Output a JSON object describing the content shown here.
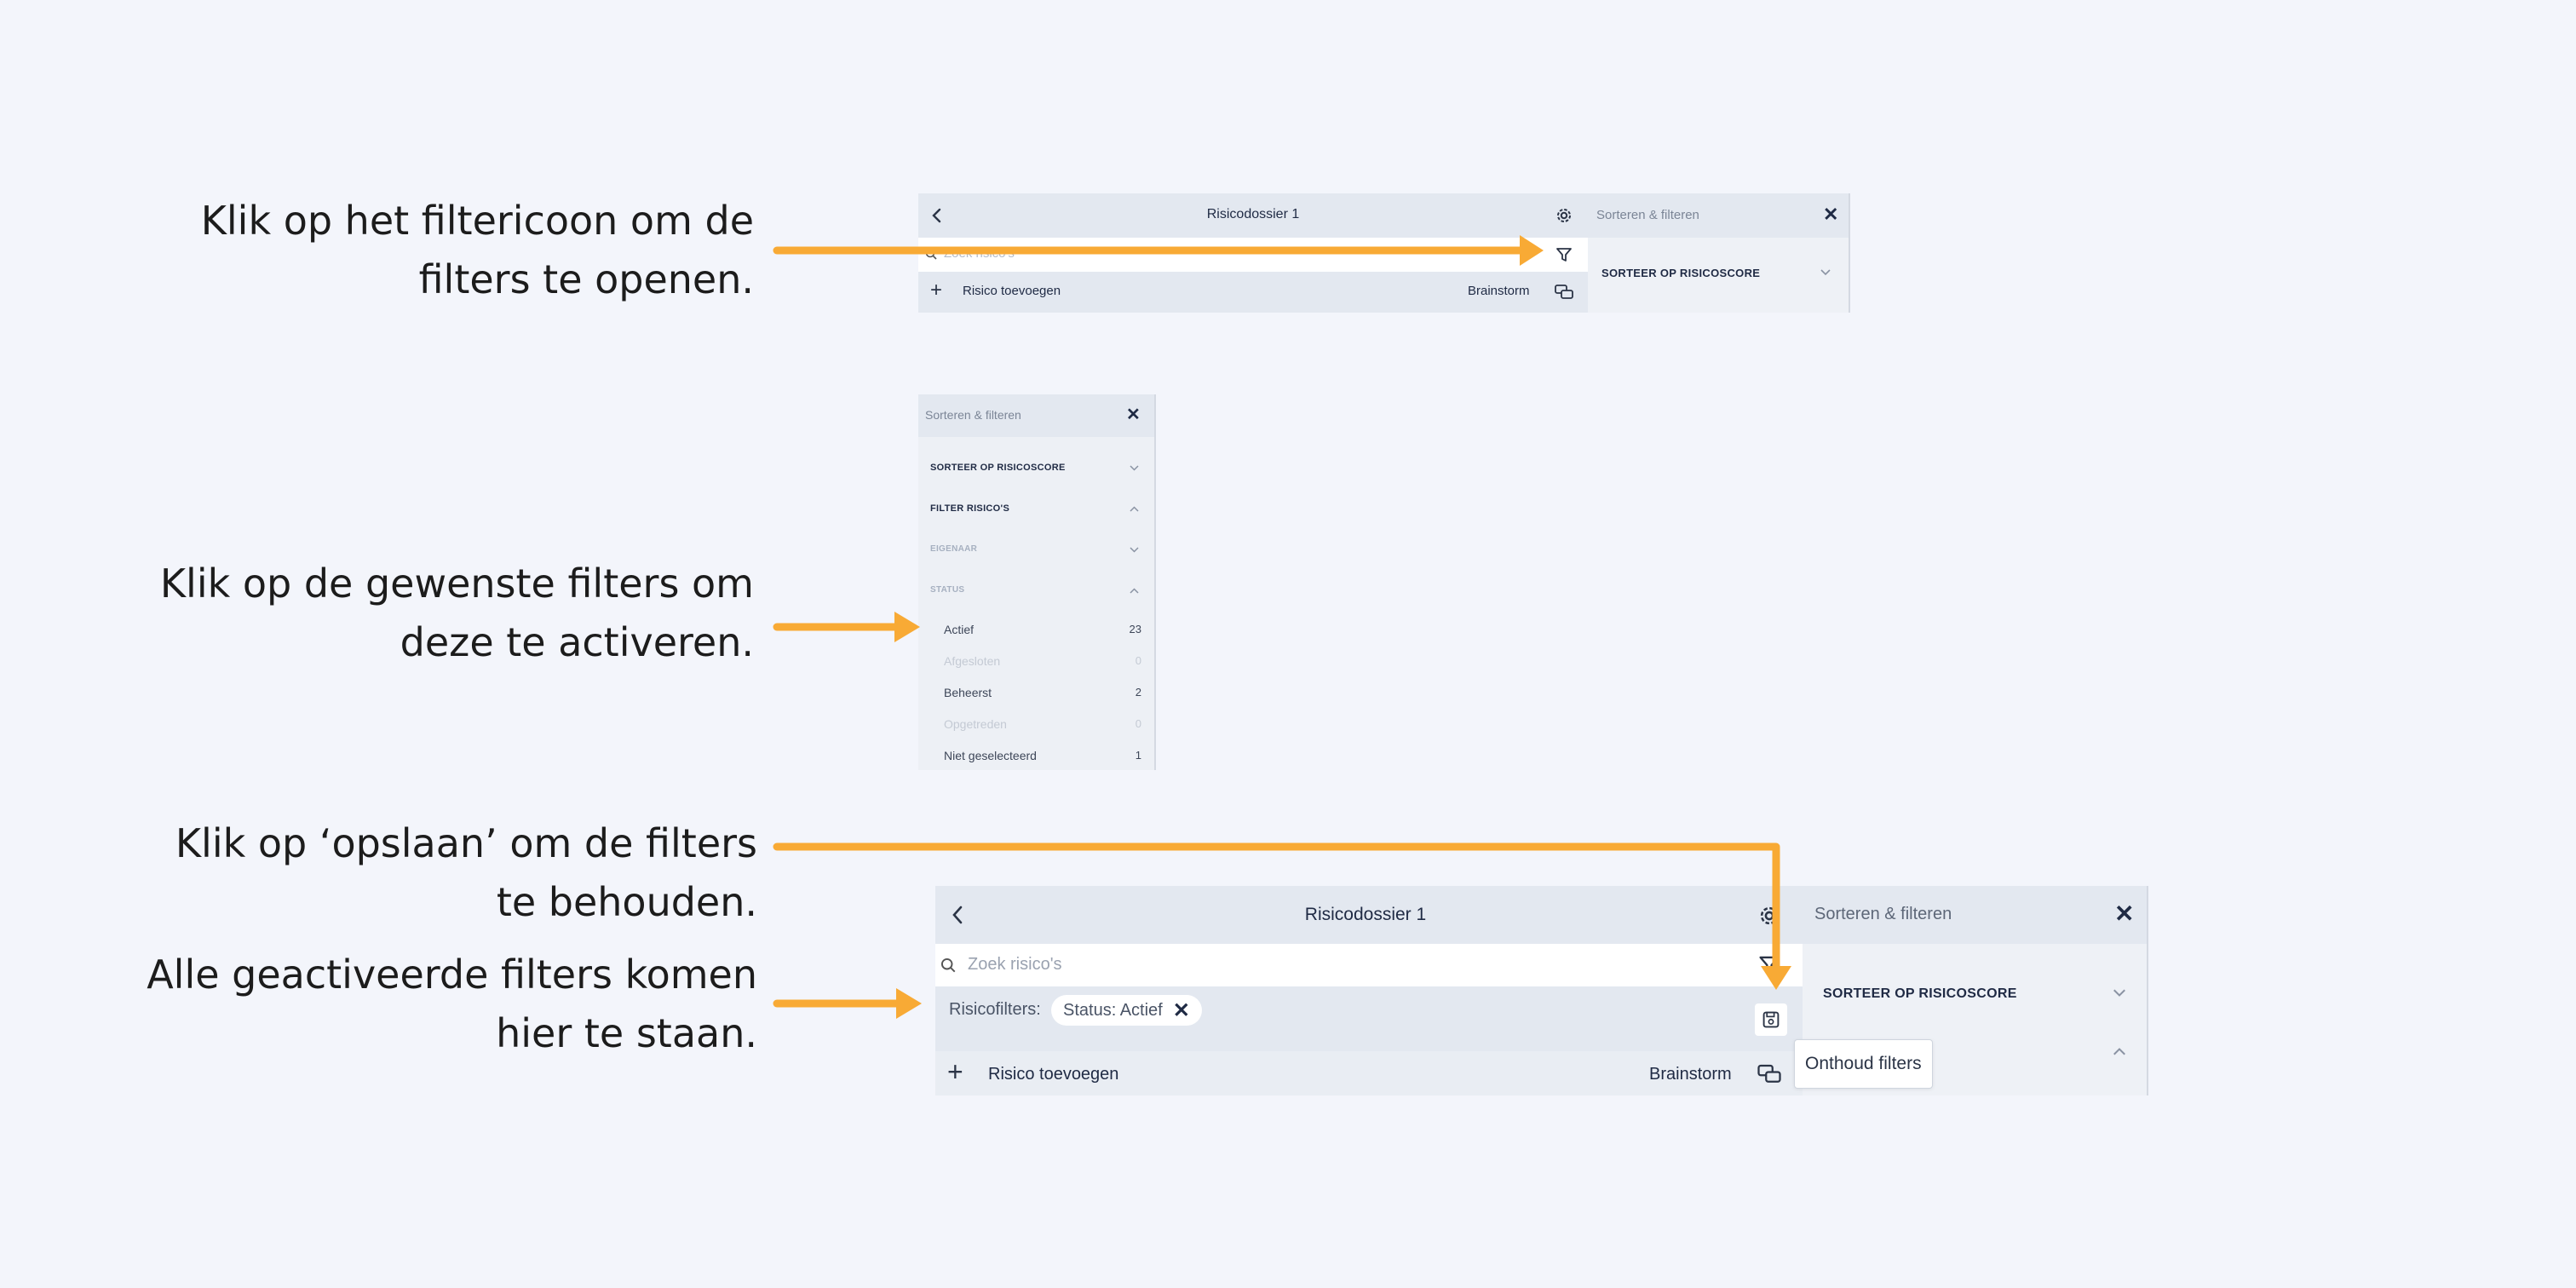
{
  "instructions": {
    "step1": [
      "Klik op het filtericoon om de",
      "filters te openen."
    ],
    "step2": [
      "Klik op de gewenste filters om",
      "deze te activeren."
    ],
    "step3": [
      "Klik op ‘opslaan’ om de filters",
      "te behouden."
    ],
    "step4": [
      "Alle geactiveerde filters komen",
      "hier te staan."
    ]
  },
  "shot1": {
    "title": "Risicodossier 1",
    "search_placeholder": "Zoek risico's",
    "add_label": "Risico toevoegen",
    "brainstorm_label": "Brainstorm",
    "panel_title": "Sorteren & filteren",
    "sort_label": "SORTEER OP RISICOSCORE"
  },
  "shot2": {
    "panel_title": "Sorteren & filteren",
    "sort_label": "SORTEER OP RISICOSCORE",
    "filter_label": "FILTER RISICO'S",
    "owner_label": "EIGENAAR",
    "status_label": "STATUS",
    "statuses": [
      {
        "label": "Actief",
        "count": "23",
        "enabled": true
      },
      {
        "label": "Afgesloten",
        "count": "0",
        "enabled": false
      },
      {
        "label": "Beheerst",
        "count": "2",
        "enabled": true
      },
      {
        "label": "Opgetreden",
        "count": "0",
        "enabled": false
      },
      {
        "label": "Niet geselecteerd",
        "count": "1",
        "enabled": true
      }
    ]
  },
  "shot3": {
    "title": "Risicodossier 1",
    "search_placeholder": "Zoek risico's",
    "filters_label": "Risicofilters:",
    "chip_label": "Status: Actief",
    "add_label": "Risico toevoegen",
    "brainstorm_label": "Brainstorm",
    "panel_title": "Sorteren & filteren",
    "sort_label": "SORTEER OP RISICOSCORE",
    "tooltip": "Onthoud filters"
  },
  "colors": {
    "accent_arrow": "#f8aa35",
    "header_bg": "#e3e8f0",
    "page_bg": "#f3f5fb"
  }
}
